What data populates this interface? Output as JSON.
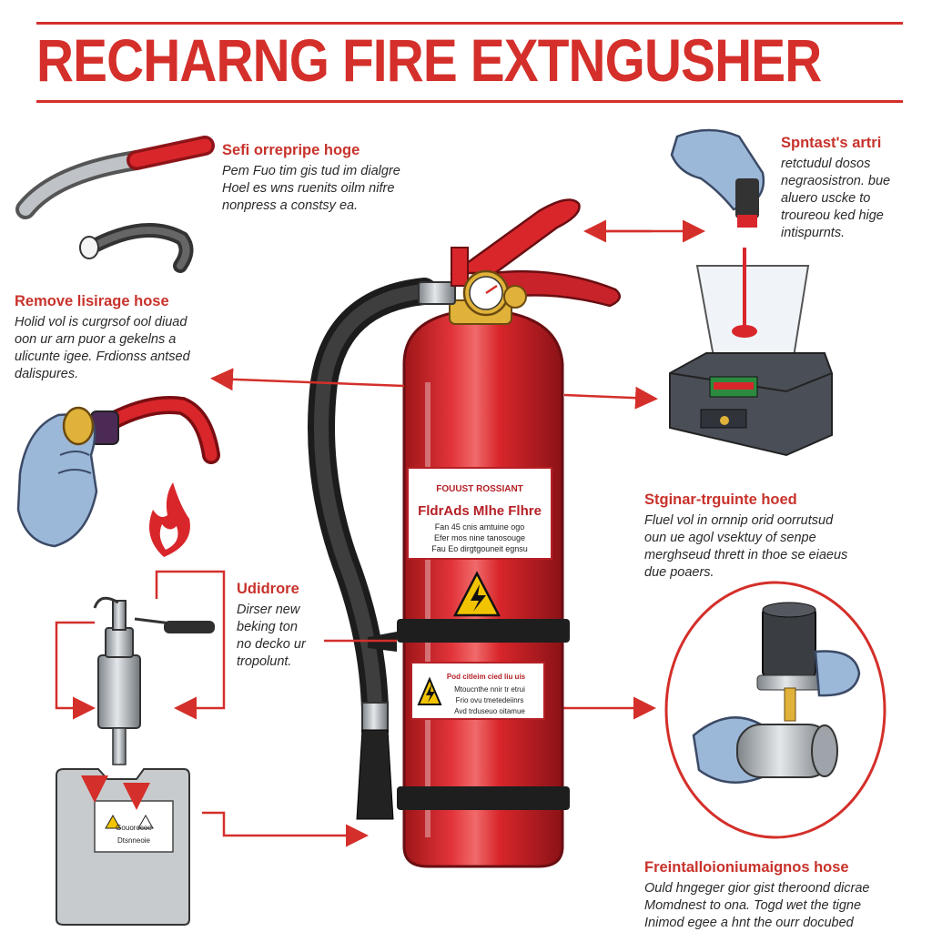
{
  "title": "RECHARNG FIRE EXTNGUSHER",
  "notes": [
    {
      "heading": "Sefi orrepripe hoge",
      "lines": [
        "Pem Fuo tim gis tud im dialgre",
        "Hoel es wns ruenits oilm nifre",
        "nonpress a constsy ea."
      ]
    },
    {
      "heading": "Spntast's artri",
      "lines": [
        "retctudul dosos",
        "negraosistron. bue",
        "aluero uscke to",
        "troureou ked hige",
        "intispurnts."
      ]
    },
    {
      "heading": "Remove lisirage hose",
      "lines": [
        "Holid vol is curgrsof ool diuad",
        "oon ur arn puor a gekelns a",
        "ulicunte igee. Frdionss antsed",
        "dalispures."
      ]
    },
    {
      "heading": "Stginar-trguinte hoed",
      "lines": [
        "Fluel vol in ornnip orid oorrutsud",
        "oun ue agol vsektuy of senpe",
        "merghseud thrett in thoe se eiaeus",
        "due poaers."
      ]
    },
    {
      "heading": "Udidrore",
      "lines": [
        "Dirser new",
        "beking ton",
        "no decko ur",
        "tropolunt."
      ]
    },
    {
      "heading": "Freintalloioniumaignos hose",
      "lines": [
        "Ould hngeger gior gist theroond dicrae",
        "Momdnest to ona. Togd wet the tigne",
        "Inimod egee a hnt the ourr docubed"
      ]
    }
  ],
  "cylinder_label": {
    "top": "FOUUST ROSSIANT",
    "main": "FldrAds Mlhe Flhre",
    "line1": "Fan 45 cnis amtuine ogo",
    "line2": "Efer mos nine tanosouge",
    "line3": "Fau Eo dirgtgouneit egnsu"
  },
  "warning_label": {
    "top": "Pod citleim cied liu uis",
    "line1": "Mtoucnthe nnir tr etrui",
    "line2": "Frio ovu tmetedeiinrs",
    "line3": "Avd trduseuo oitamue"
  },
  "box_label": {
    "line1": "Gouorocoe",
    "line2": "Dtsnneoie"
  },
  "colors": {
    "accent": "#d42f2a",
    "cylinder": "#d8262b",
    "glove": "#9cb8d9",
    "brass": "#e0b23a"
  }
}
